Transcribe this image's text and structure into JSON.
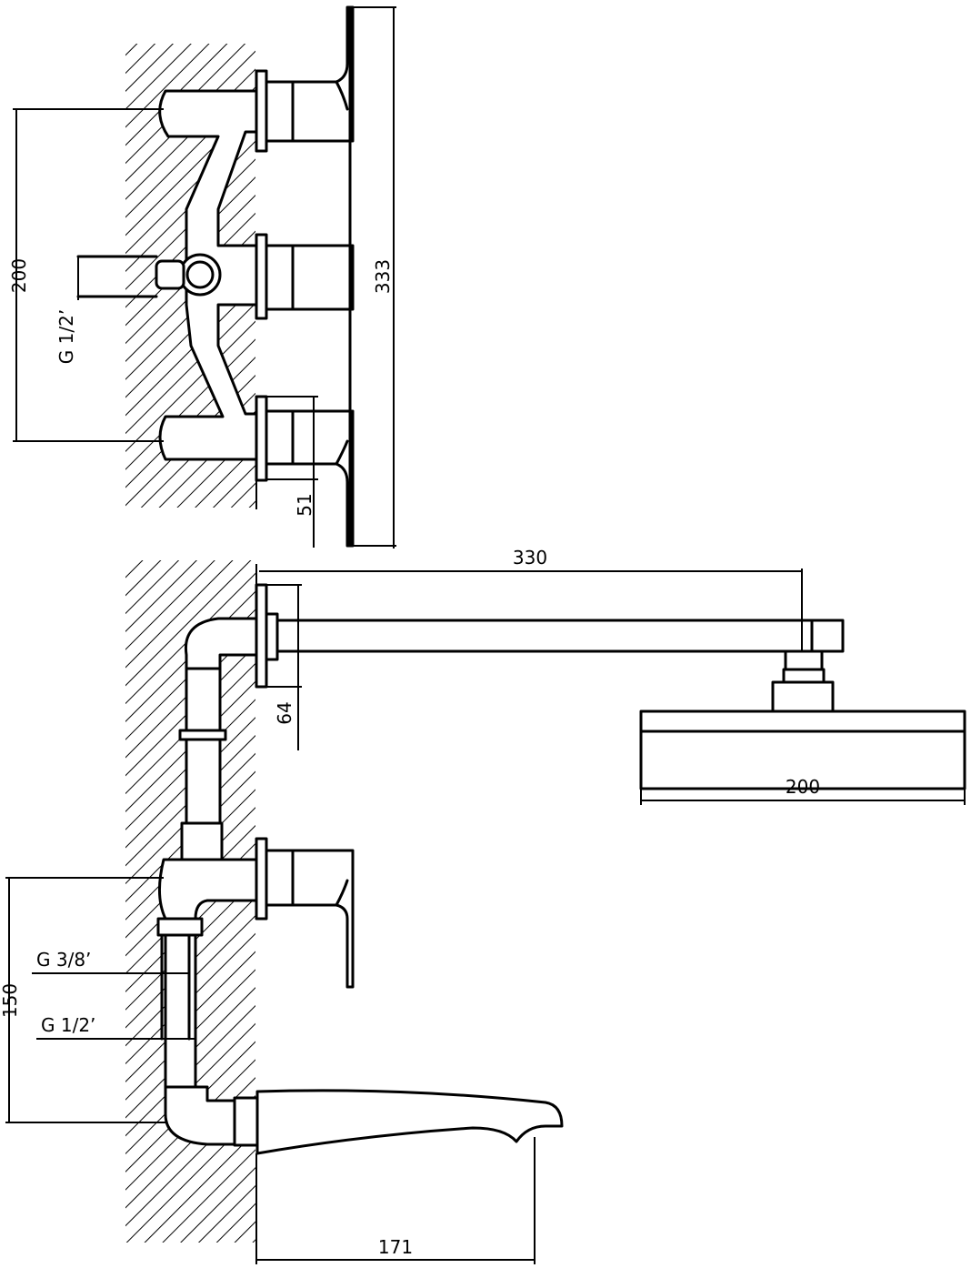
{
  "dimensions": {
    "top_height_total": "333",
    "top_inlet_spacing": "200",
    "top_inlet_thread": "G 1/2’",
    "top_projection": "51",
    "arm_length": "330",
    "arm_projection": "64",
    "head_width": "200",
    "spout_inlet_spacing": "150",
    "thread_small": "G 3/8’",
    "thread_large": "G 1/2’",
    "spout_length": "171"
  },
  "colors": {
    "line": "#000000",
    "background": "#ffffff"
  }
}
